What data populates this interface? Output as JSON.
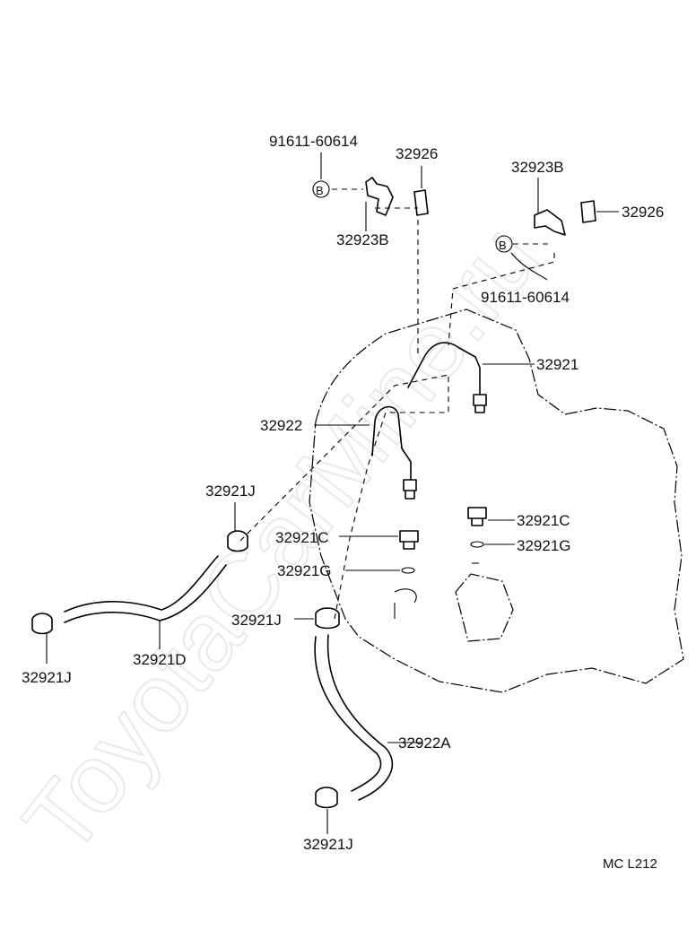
{
  "diagram": {
    "code": "MC L212",
    "watermark": "ToyotaCarMine.ru",
    "bolt_marker": "B",
    "labels": {
      "bolt_left": "91611-60614",
      "bolt_right": "91611-60614",
      "clamp_left": "32923B",
      "clamp_right": "32923B",
      "tube_cap_left": "32926",
      "tube_cap_right": "32926",
      "pipe_upper": "32921",
      "pipe_lower": "32922",
      "clip_upper": "32921J",
      "clip_middle": "32921J",
      "clip_left": "32921J",
      "clip_bottom": "32921J",
      "union_left": "32921C",
      "union_right": "32921C",
      "gasket_left": "32921G",
      "gasket_right": "32921G",
      "hose_left": "32921D",
      "hose_right": "32922A"
    }
  }
}
